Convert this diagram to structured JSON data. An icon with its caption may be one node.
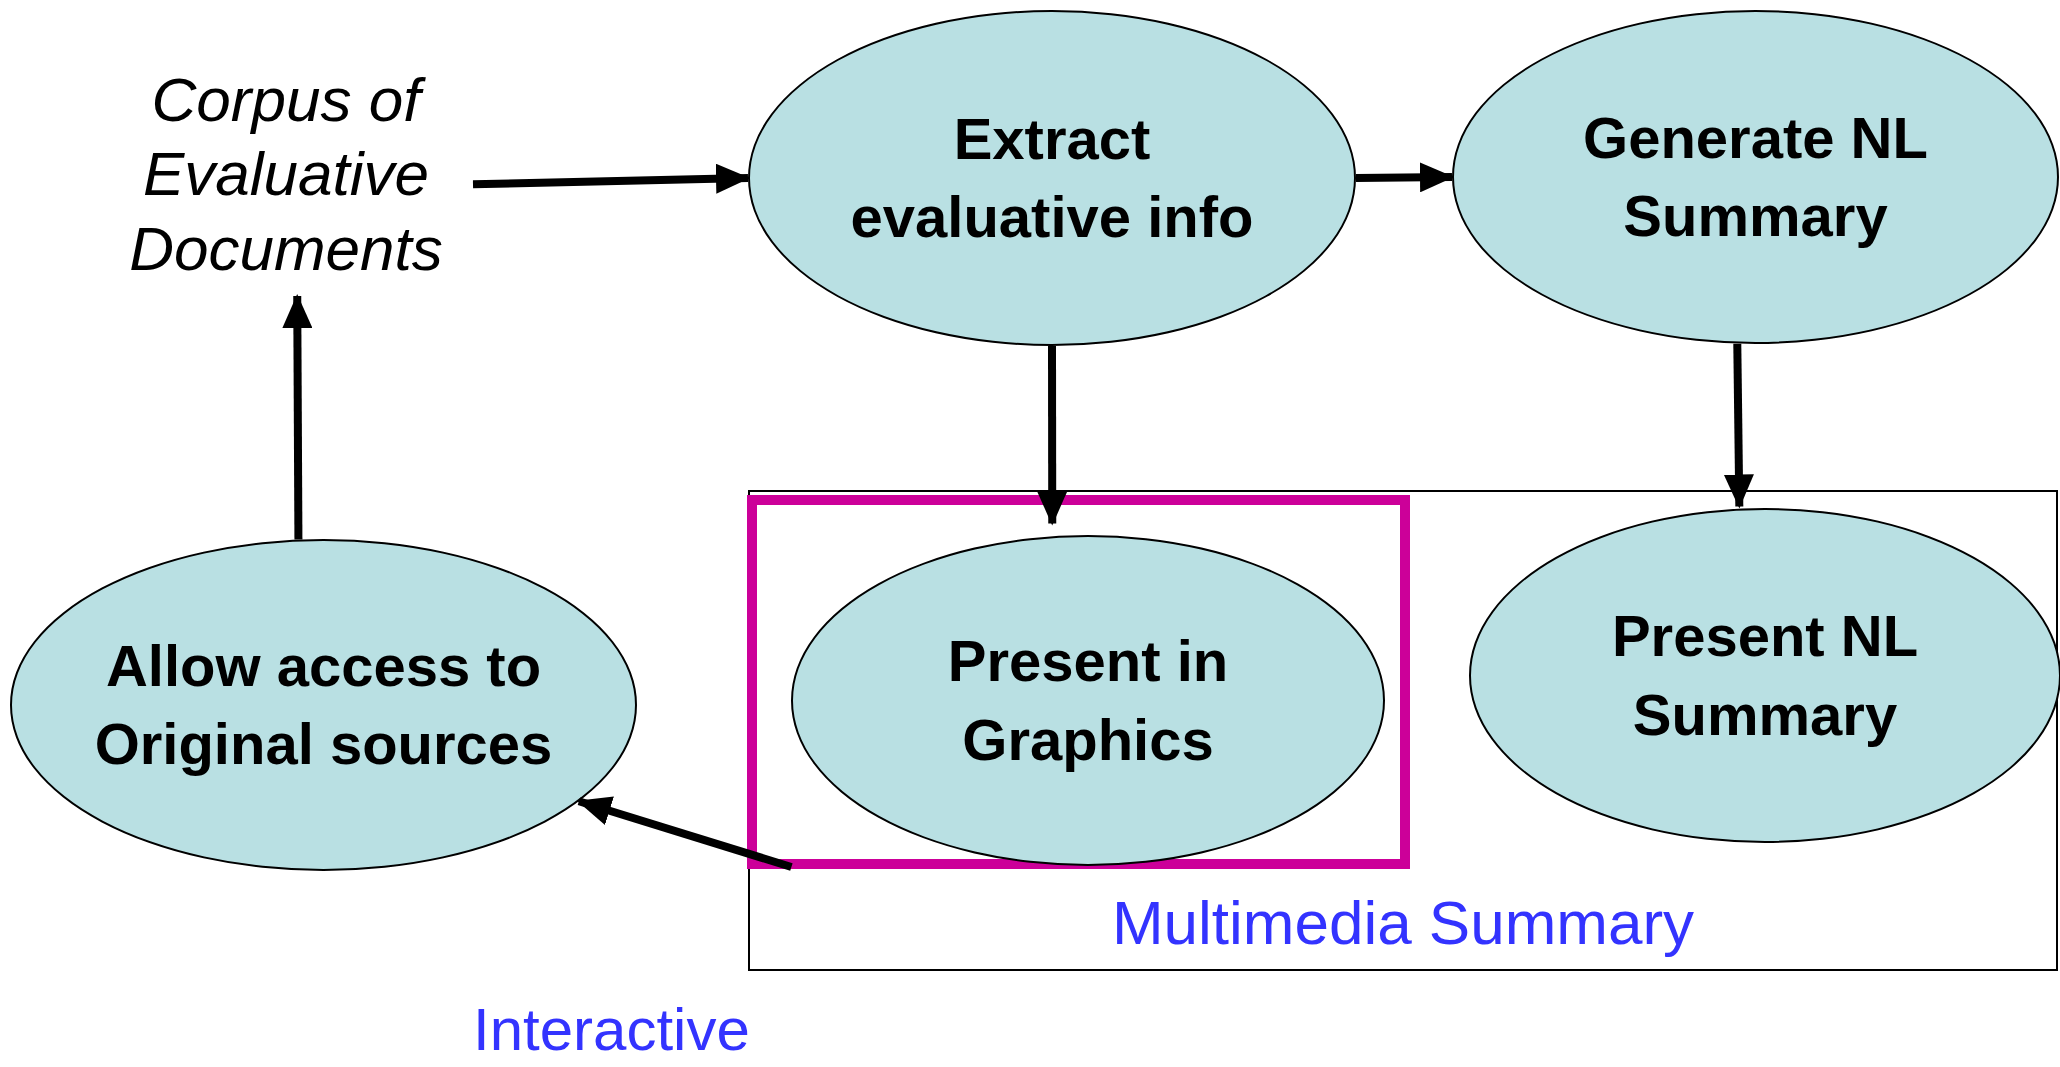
{
  "diagram": {
    "nodes": [
      {
        "text": [
          "Corpus of Evaluative Documents"
        ]
      },
      {
        "text": [
          "Extract evaluative info"
        ]
      },
      {
        "text": [
          "Generate NL Summary"
        ]
      },
      {
        "text": [
          "Multimedia Summary"
        ]
      },
      {
        "text": [],
        "shape": "box",
        "in": 3
      },
      {
        "text": [
          "Present in Graphics"
        ],
        "in": 4
      },
      {
        "text": [
          "Present NL Summary"
        ],
        "in": 3
      },
      {
        "text": [
          "Allow access to Original sources"
        ]
      }
    ],
    "edges": [
      {
        "from": 0,
        "to": 1,
        "arrow": "to"
      },
      {
        "from": 1,
        "to": 2,
        "arrow": "to"
      },
      {
        "from": 1,
        "to": 5,
        "arrow": "to"
      },
      {
        "from": 2,
        "to": 6,
        "arrow": "to"
      },
      {
        "from": 4,
        "to": 7,
        "arrow": "to"
      },
      {
        "from": 7,
        "to": 0,
        "arrow": "to"
      }
    ],
    "labels": [
      "Interactive"
    ]
  }
}
